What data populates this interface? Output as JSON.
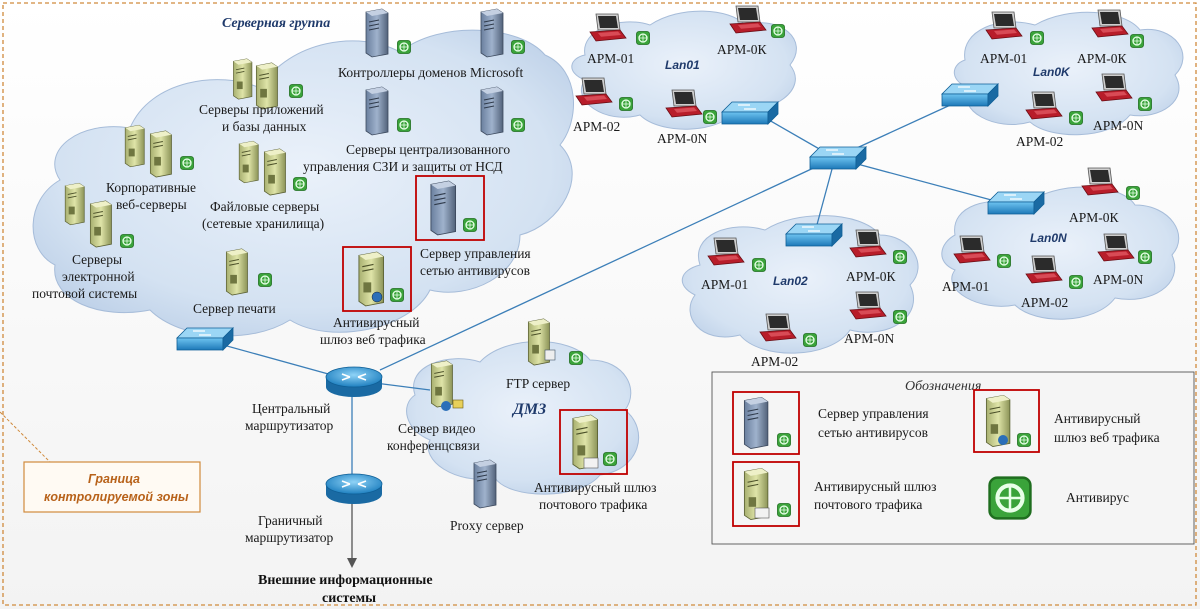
{
  "server_group_title": "Серверная группа",
  "nodes": {
    "domain_controllers": "Контроллеры доменов Microsoft",
    "app_db_line1": "Серверы приложений",
    "app_db_line2": "и базы данных",
    "szi_line1": "Серверы централизованного",
    "szi_line2": "управления СЗИ и защиты от НСД",
    "web_line1": "Корпоративные",
    "web_line2": "веб-серверы",
    "file_line1": "Файловые серверы",
    "file_line2": "(сетевые хранилища)",
    "av_mgmt_line1": "Сервер управления",
    "av_mgmt_line2": "сетью антивирусов",
    "mail_line1": "Серверы",
    "mail_line2": "электронной",
    "mail_line3": "почтовой системы",
    "print": "Сервер печати",
    "av_web_gw_line1": "Антивирусный",
    "av_web_gw_line2": "шлюз веб трафика",
    "central_router_line1": "Центральный",
    "central_router_line2": "маршрутизатор",
    "border_router_line1": "Граничный",
    "border_router_line2": "маршрутизатор",
    "video_line1": "Сервер видео",
    "video_line2": "конференцсвязи",
    "ftp": "FTP сервер",
    "dmz": "ДМЗ",
    "av_mail_gw_line1": "Антивирусный шлюз",
    "av_mail_gw_line2": "почтового трафика",
    "proxy": "Proxy сервер",
    "external_line1": "Внешние информационные",
    "external_line2": "системы"
  },
  "zone": {
    "line1": "Граница",
    "line2": "контролируемой зоны"
  },
  "lans": [
    {
      "name": "Lan01",
      "arms": [
        "АРМ-01",
        "АРМ-0К",
        "АРМ-02",
        "АРМ-0N"
      ]
    },
    {
      "name": "Lan0K",
      "arms": [
        "АРМ-01",
        "АРМ-0К",
        "АРМ-02",
        "АРМ-0N"
      ]
    },
    {
      "name": "Lan02",
      "arms": [
        "АРМ-01",
        "АРМ-0К",
        "АРМ-02",
        "АРМ-0N"
      ]
    },
    {
      "name": "Lan0N",
      "arms": [
        "АРМ-0К",
        "АРМ-01",
        "АРМ-0N",
        "АРМ-02"
      ]
    }
  ],
  "legend": {
    "title": "Обозначения",
    "av_mgmt_line1": "Сервер управления",
    "av_mgmt_line2": "сетью антивирусов",
    "av_web_line1": "Антивирусный",
    "av_web_line2": "шлюз веб трафика",
    "av_mail_line1": "Антивирусный шлюз",
    "av_mail_line2": "почтового трафика",
    "antivirus": "Антивирус"
  },
  "colors": {
    "cloud": "#c9d9ee",
    "highlight_border": "#c00000",
    "switch": "#2a8fd0",
    "antivirus_badge": "#3aa33a",
    "zone_border": "#d08a3c"
  }
}
